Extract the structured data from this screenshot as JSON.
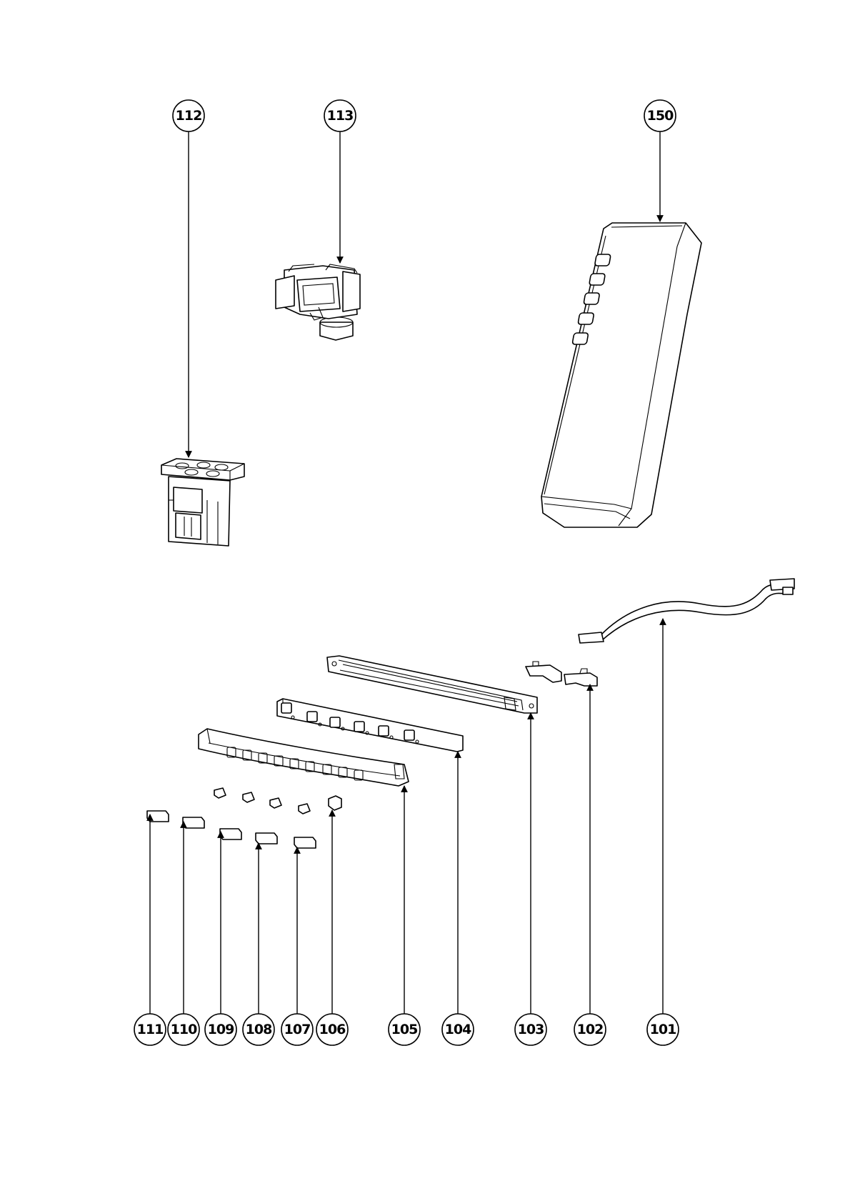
{
  "callouts": {
    "c112": "112",
    "c113": "113",
    "c150": "150",
    "c101": "101",
    "c102": "102",
    "c103": "103",
    "c104": "104",
    "c105": "105",
    "c106": "106",
    "c107": "107",
    "c108": "108",
    "c109": "109",
    "c110": "110",
    "c111": "111"
  }
}
